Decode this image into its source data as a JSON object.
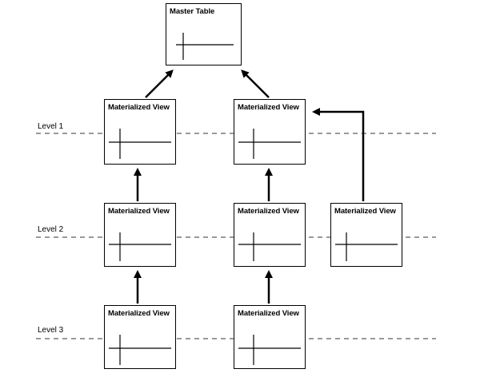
{
  "master": {
    "title": "Master Table"
  },
  "levels": [
    {
      "label": "Level 1"
    },
    {
      "label": "Level 2"
    },
    {
      "label": "Level 3"
    }
  ],
  "level1": {
    "left": {
      "title": "Materialized View"
    },
    "right": {
      "title": "Materialized View"
    }
  },
  "level2": {
    "left": {
      "title": "Materialized View"
    },
    "middle": {
      "title": "Materialized View"
    },
    "right": {
      "title": "Materialized View"
    }
  },
  "level3": {
    "left": {
      "title": "Materialized View"
    },
    "middle": {
      "title": "Materialized View"
    }
  },
  "colors": {
    "line": "#000000",
    "dashed_guide": "#999999",
    "background": "#ffffff"
  }
}
